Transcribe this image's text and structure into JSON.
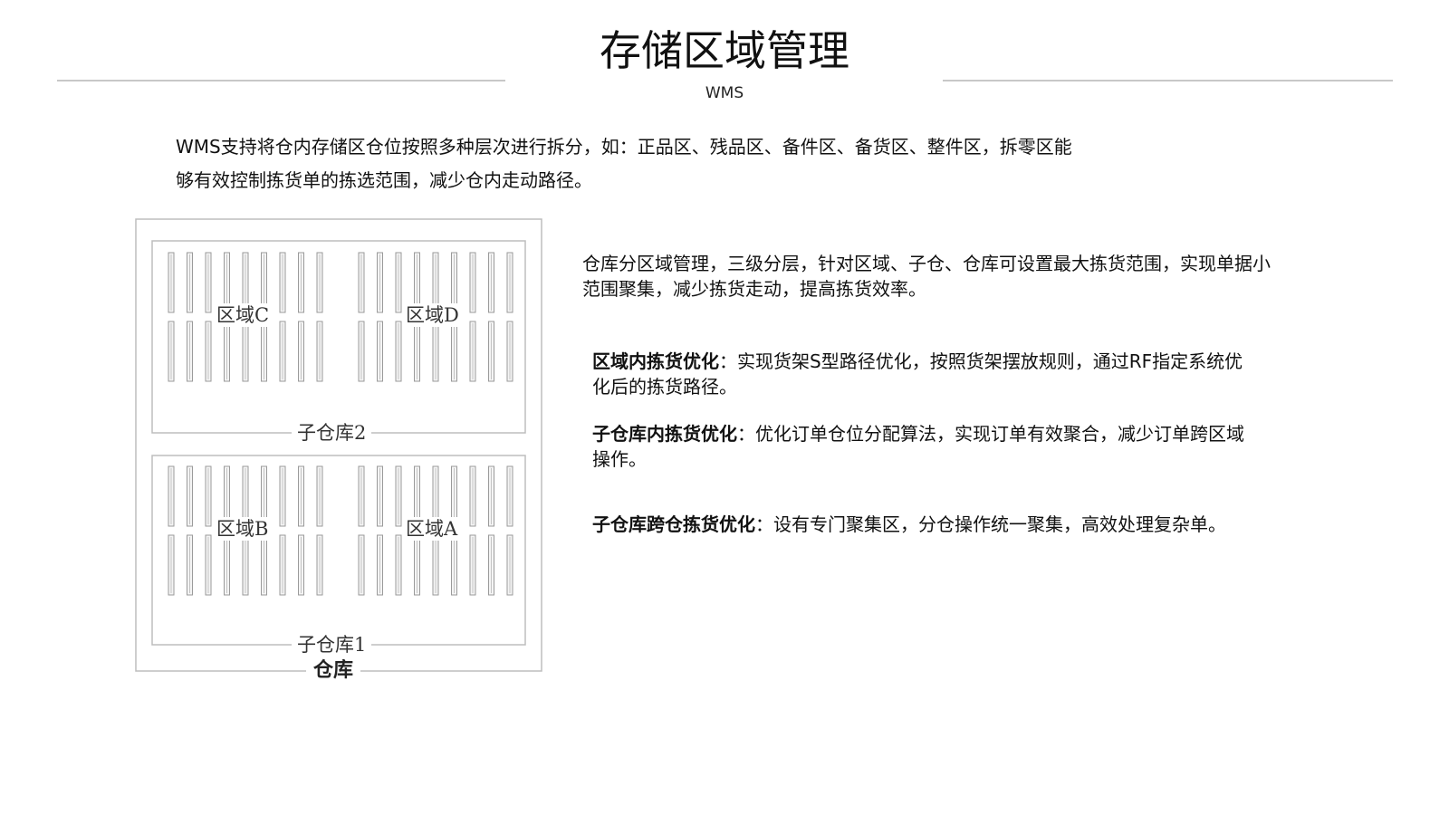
{
  "header": {
    "title": "存储区域管理",
    "subtitle": "WMS"
  },
  "intro": {
    "line1": "WMS支持将仓内存储区仓位按照多种层次进行拆分，如：正品区、残品区、备件区、备货区、整件区，拆零区能",
    "line2": "够有效控制拣货单的拣选范围，减少仓内走动路径。"
  },
  "diagram": {
    "warehouse_label": "仓库",
    "sub_warehouse_top": "子仓库2",
    "sub_warehouse_bottom": "子仓库1",
    "zones": {
      "c": "区域C",
      "d": "区域D",
      "b": "区域B",
      "a": "区域A"
    }
  },
  "summary": "仓库分区域管理，三级分层，针对区域、子仓、仓库可设置最大拣货范围，实现单据小范围聚集，减少拣货走动，提高拣货效率。",
  "features": [
    {
      "title": "区域内拣货优化",
      "text": "：实现货架S型路径优化，按照货架摆放规则，通过RF指定系统优化后的拣货路径。"
    },
    {
      "title": "子仓库内拣货优化",
      "text": "：优化订单仓位分配算法，实现订单有效聚合，减少订单跨区域操作。"
    },
    {
      "title": "子仓库跨仓拣货优化",
      "text": "：设有专门聚集区，分仓操作统一聚集，高效处理复杂单。"
    }
  ]
}
